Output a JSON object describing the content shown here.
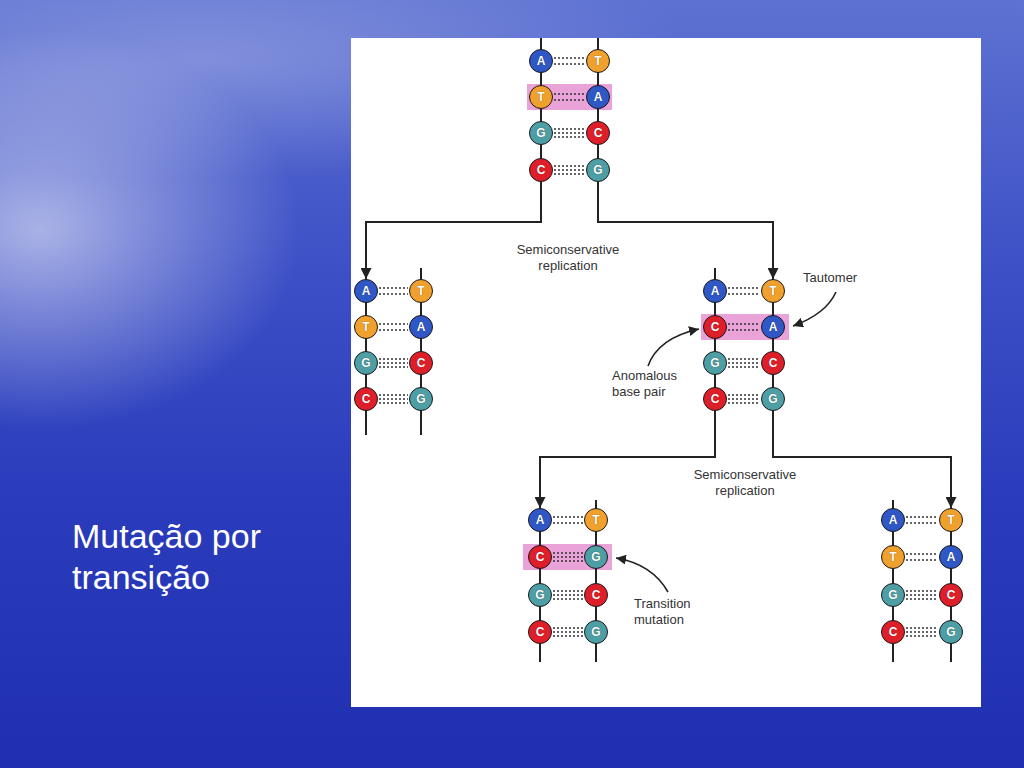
{
  "diagram": {
    "title": "Mutação por transição",
    "nodes": [
      {
        "text": [
          "A"
        ]
      },
      {
        "text": [
          "T"
        ]
      },
      {
        "text": [
          "T"
        ]
      },
      {
        "text": [
          "A"
        ]
      },
      {
        "text": [
          "G"
        ]
      },
      {
        "text": [
          "C"
        ]
      },
      {
        "text": [
          "C"
        ]
      },
      {
        "text": [
          "G"
        ]
      },
      {
        "text": [
          "A"
        ]
      },
      {
        "text": [
          "T"
        ]
      },
      {
        "text": [
          "T"
        ]
      },
      {
        "text": [
          "A"
        ]
      },
      {
        "text": [
          "G"
        ]
      },
      {
        "text": [
          "C"
        ]
      },
      {
        "text": [
          "C"
        ]
      },
      {
        "text": [
          "G"
        ]
      },
      {
        "text": [
          "A"
        ]
      },
      {
        "text": [
          "T"
        ]
      },
      {
        "text": [
          "C"
        ]
      },
      {
        "text": [
          "A"
        ]
      },
      {
        "text": [
          "G"
        ]
      },
      {
        "text": [
          "C"
        ]
      },
      {
        "text": [
          "C"
        ]
      },
      {
        "text": [
          "G"
        ]
      },
      {
        "text": [
          "A"
        ]
      },
      {
        "text": [
          "T"
        ]
      },
      {
        "text": [
          "C"
        ]
      },
      {
        "text": [
          "G"
        ]
      },
      {
        "text": [
          "G"
        ]
      },
      {
        "text": [
          "C"
        ]
      },
      {
        "text": [
          "C"
        ]
      },
      {
        "text": [
          "G"
        ]
      },
      {
        "text": [
          "A"
        ]
      },
      {
        "text": [
          "T"
        ]
      },
      {
        "text": [
          "T"
        ]
      },
      {
        "text": [
          "A"
        ]
      },
      {
        "text": [
          "G"
        ]
      },
      {
        "text": [
          "C"
        ]
      },
      {
        "text": [
          "C"
        ]
      },
      {
        "text": [
          "G"
        ]
      }
    ],
    "edges": [
      {
        "from": 6,
        "to": 8,
        "arrow": "to"
      },
      {
        "from": 7,
        "to": 17,
        "arrow": "to"
      },
      {
        "from": 22,
        "to": 24,
        "arrow": "to"
      },
      {
        "from": 23,
        "to": 33,
        "arrow": "to"
      }
    ],
    "labels": [
      "Semiconservative replication",
      "Tautomer",
      "Anomalous base pair",
      "Semiconservative replication",
      "Transition mutation"
    ]
  }
}
